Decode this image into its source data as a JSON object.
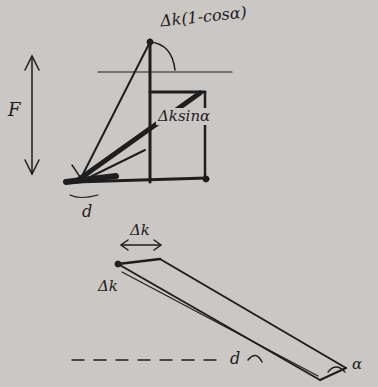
{
  "diagram": {
    "labels": [
      "Δk(1-cosα)",
      "F",
      "Δksinα",
      "d",
      "Δk",
      "Δk",
      "d",
      "α"
    ]
  }
}
